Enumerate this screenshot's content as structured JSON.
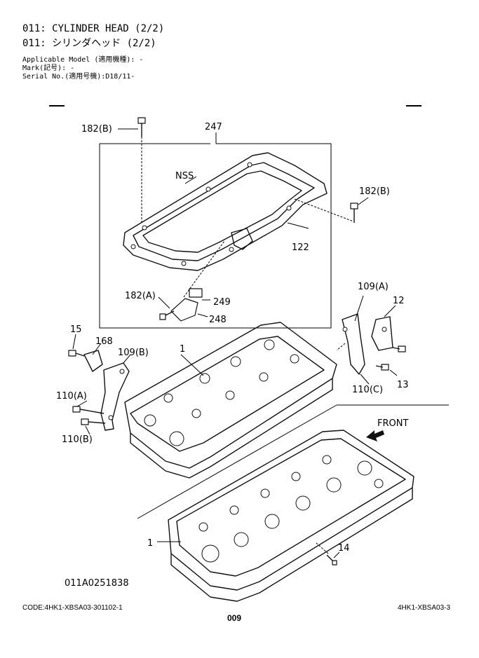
{
  "header": {
    "title_en": "011: CYLINDER HEAD (2/2)",
    "title_jp": "011: シリンダヘッド (2/2)",
    "applicable_model": "Applicable Model (適用機種): -",
    "mark": "Mark(記号): -",
    "serial_no": "Serial No.(適用号機):D18/11-"
  },
  "diagram": {
    "labels": {
      "p182b_top": "182(B)",
      "p247": "247",
      "nss": "NSS",
      "p182b_right": "182(B)",
      "p122": "122",
      "p182a": "182(A)",
      "p249": "249",
      "p248": "248",
      "p109a": "109(A)",
      "p12": "12",
      "p15": "15",
      "p168": "168",
      "p109b": "109(B)",
      "p1_top": "1",
      "p110a": "110(A)",
      "p110b": "110(B)",
      "p110c": "110(C)",
      "p13": "13",
      "front": "FRONT",
      "p1_bottom": "1",
      "p14": "14"
    },
    "drawing_code": "011A0251838"
  },
  "footer": {
    "code": "CODE:4HK1-XBSA03-301102-1",
    "page_number": "009",
    "ref": "4HK1-XBSA03-3"
  }
}
